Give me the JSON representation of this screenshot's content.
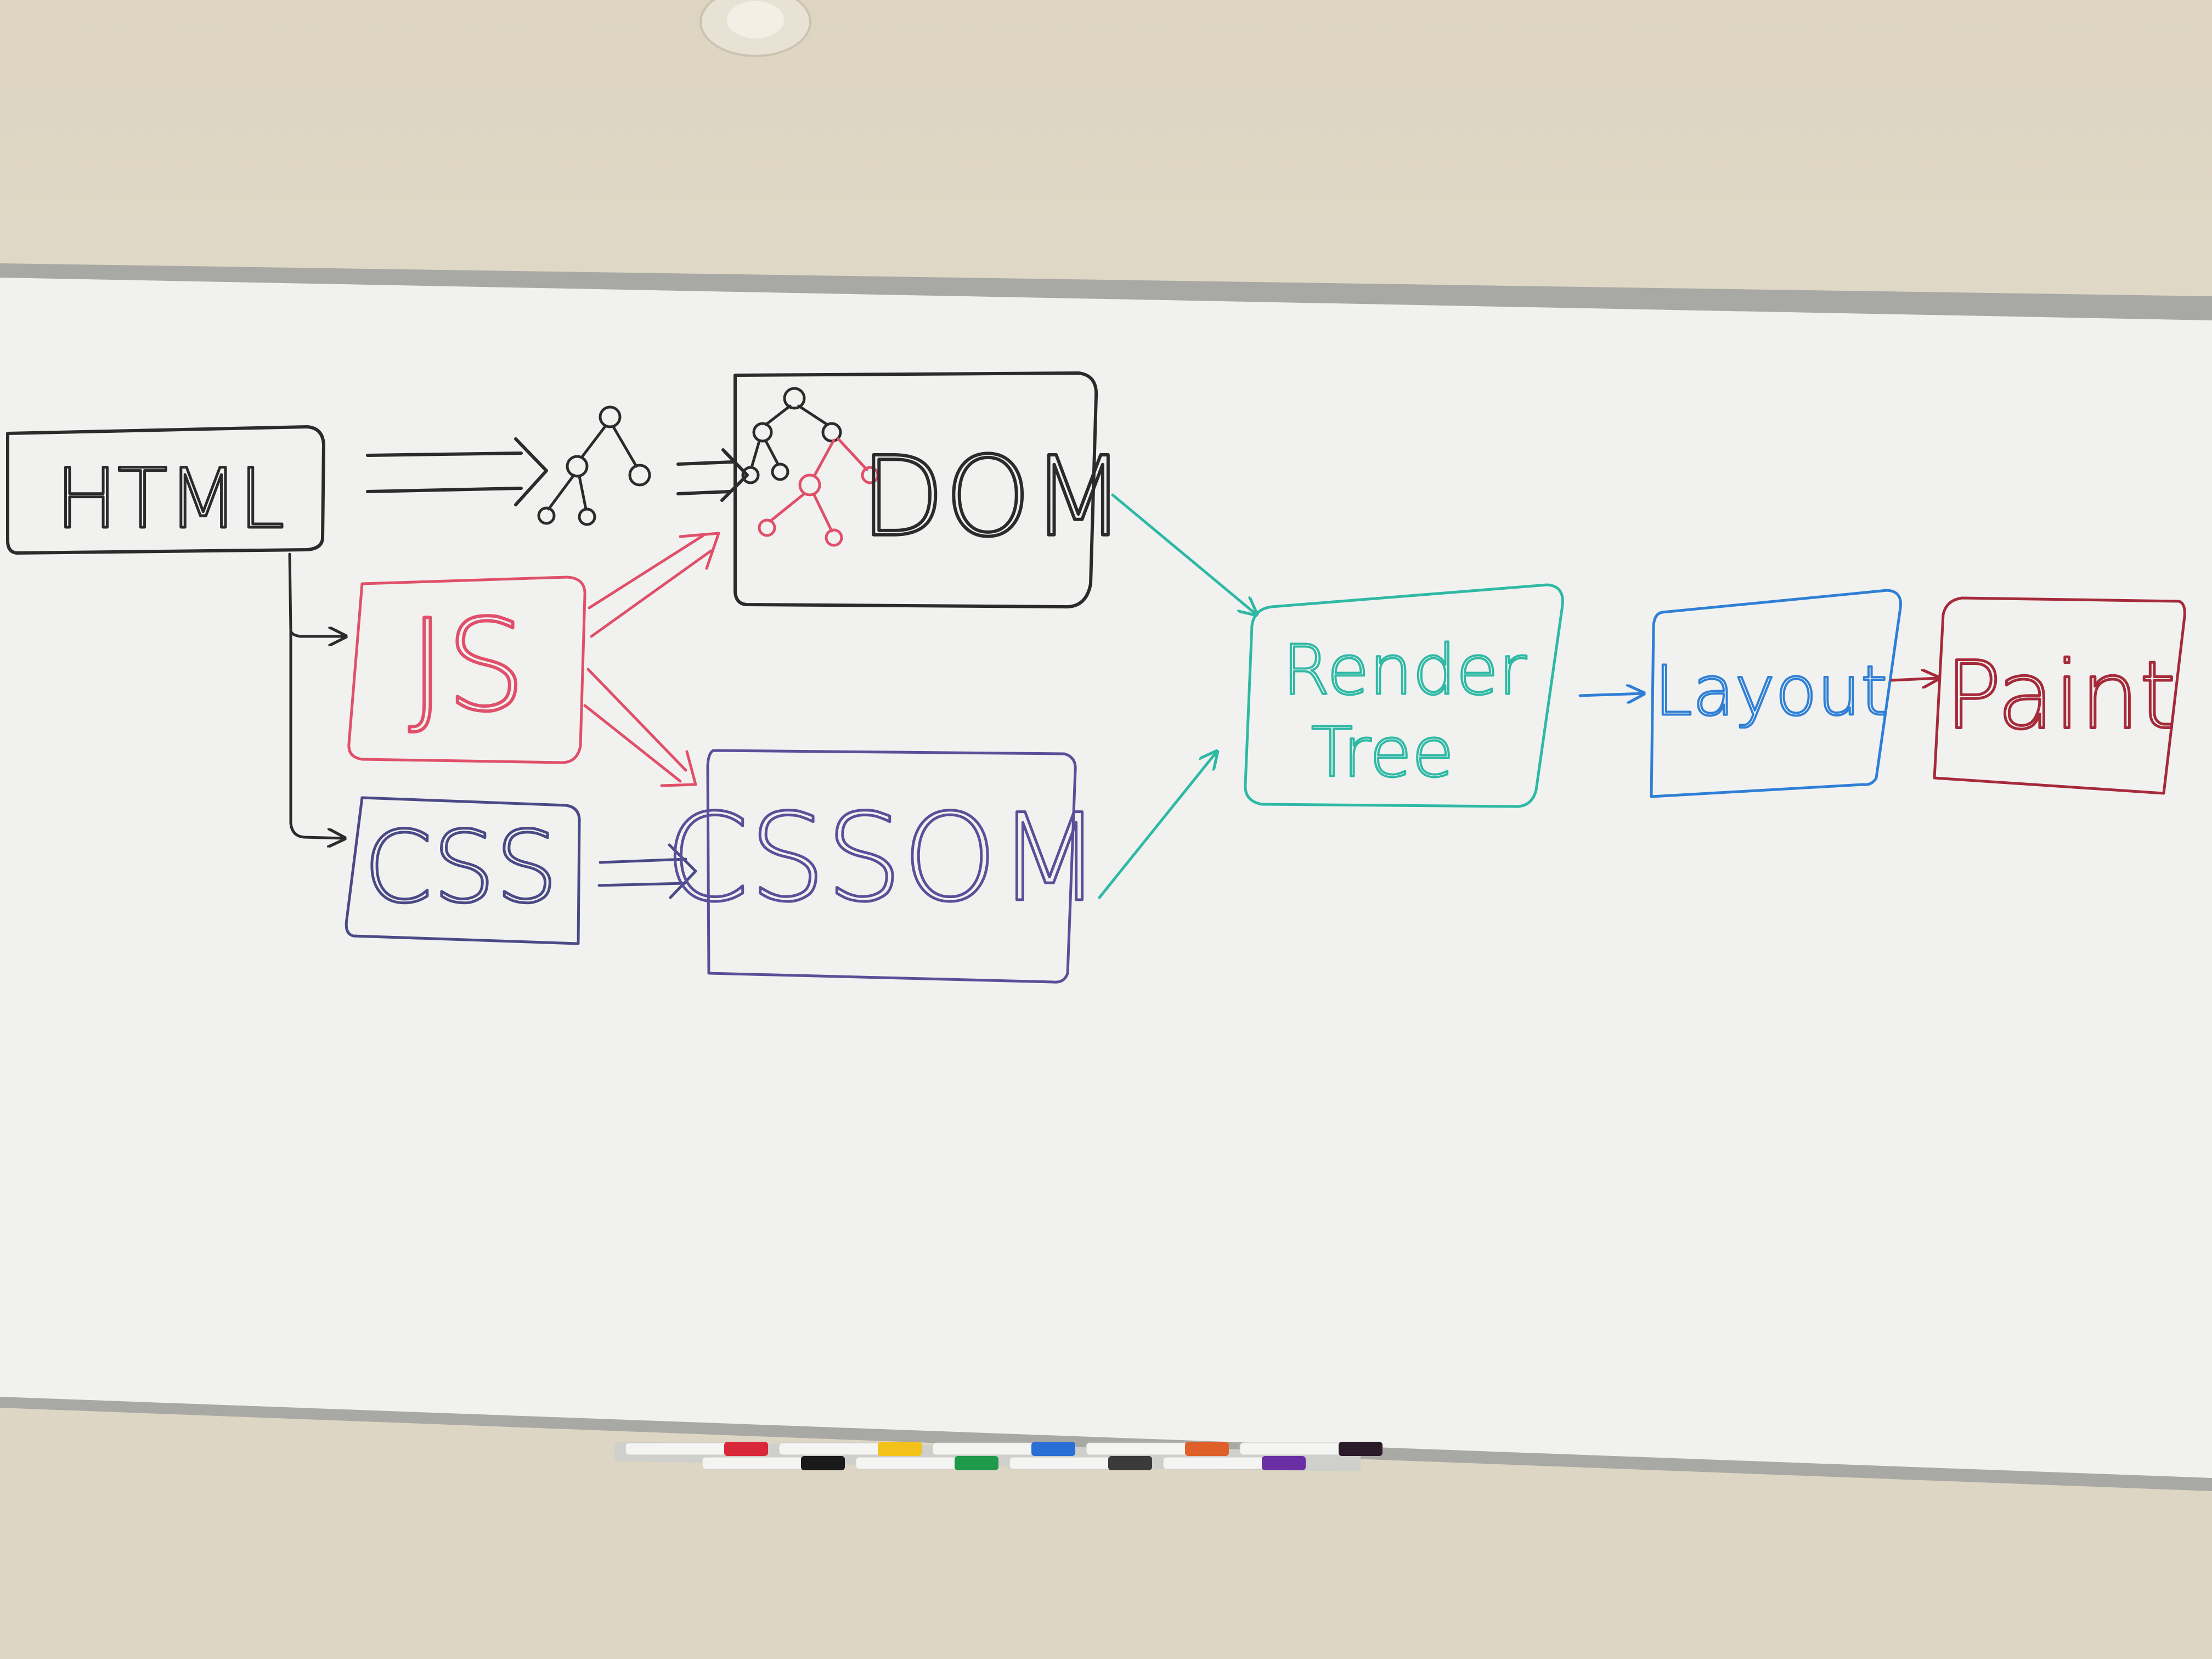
{
  "diagram": {
    "nodes": {
      "html": {
        "label": "HTML",
        "color": "#2b2b2b"
      },
      "dom": {
        "label": "DOM",
        "color": "#2b2b2b"
      },
      "js": {
        "label": "JS",
        "color": "#e0506a"
      },
      "css": {
        "label": "CSS",
        "color": "#4b4a86"
      },
      "cssom": {
        "label": "CSSOM",
        "color": "#5a4f98"
      },
      "render_tree": {
        "label_line1": "Render",
        "label_line2": "Tree",
        "color": "#2fb9a5"
      },
      "layout": {
        "label": "Layout",
        "color": "#2f7fd6"
      },
      "paint": {
        "label": "Paint",
        "color": "#a52a3a"
      }
    },
    "edges": [
      {
        "from": "HTML",
        "to": "DOM tree"
      },
      {
        "from": "HTML",
        "to": "JS"
      },
      {
        "from": "HTML",
        "to": "CSS"
      },
      {
        "from": "JS",
        "to": "DOM"
      },
      {
        "from": "JS",
        "to": "CSSOM"
      },
      {
        "from": "CSS",
        "to": "CSSOM"
      },
      {
        "from": "DOM",
        "to": "Render Tree"
      },
      {
        "from": "CSSOM",
        "to": "Render Tree"
      },
      {
        "from": "Render Tree",
        "to": "Layout"
      },
      {
        "from": "Layout",
        "to": "Paint"
      }
    ]
  },
  "markers": {
    "colors": [
      "#d9283a",
      "#1a1a1a",
      "#f2c21a",
      "#1f9a4a",
      "#2a6fd6",
      "#3a3a3a",
      "#e0602a",
      "#6a2fa5",
      "#2a1a2a"
    ]
  }
}
